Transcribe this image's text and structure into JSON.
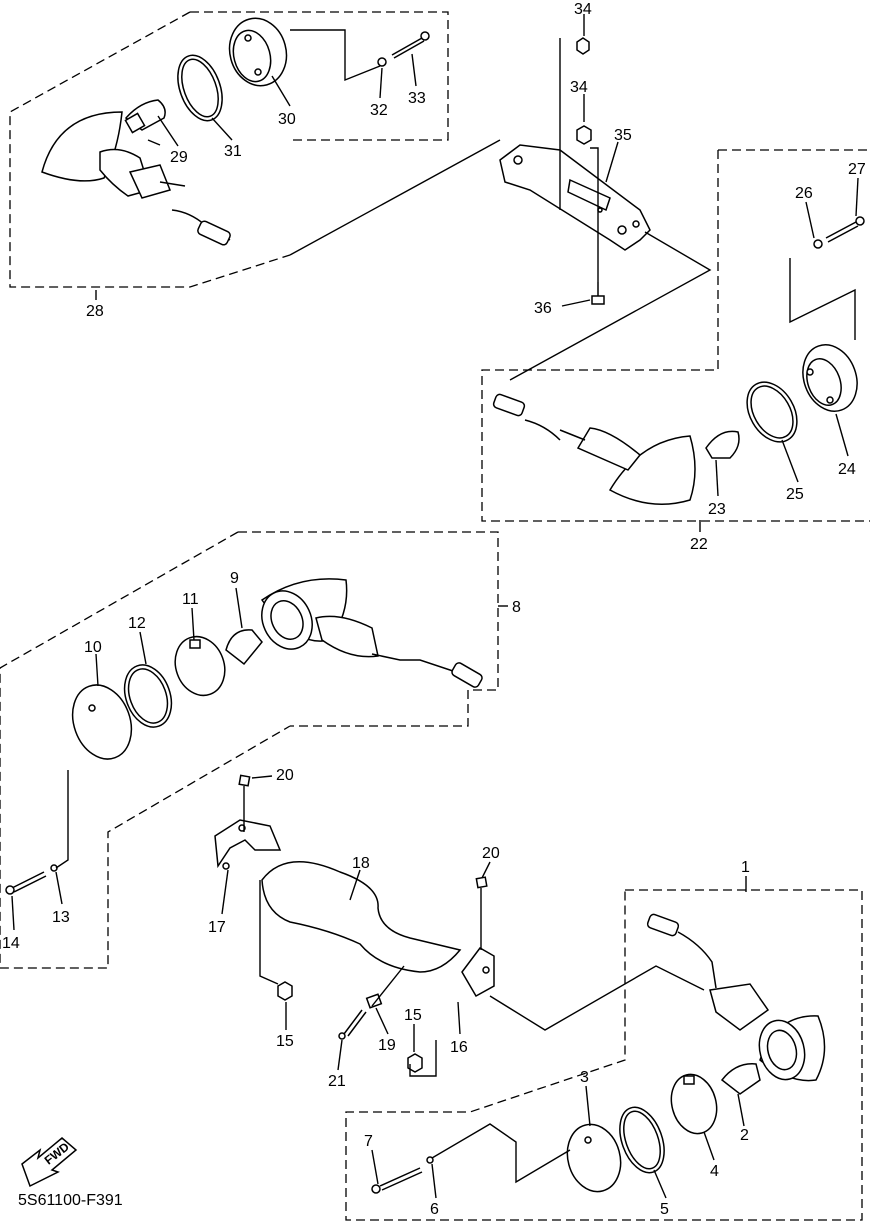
{
  "diagram_code": "5S61100-F391",
  "fwd_badge": "FWD",
  "callouts": {
    "c1": "1",
    "c2": "2",
    "c3": "3",
    "c4": "4",
    "c5": "5",
    "c6": "6",
    "c7": "7",
    "c8": "8",
    "c9": "9",
    "c10": "10",
    "c11": "11",
    "c12": "12",
    "c13": "13",
    "c14": "14",
    "c15a": "15",
    "c15b": "15",
    "c16": "16",
    "c17": "17",
    "c18": "18",
    "c19": "19",
    "c20a": "20",
    "c20b": "20",
    "c21": "21",
    "c22": "22",
    "c23": "23",
    "c24": "24",
    "c25": "25",
    "c26": "26",
    "c27": "27",
    "c28": "28",
    "c29": "29",
    "c30": "30",
    "c31": "31",
    "c32": "32",
    "c33": "33",
    "c34a": "34",
    "c34b": "34",
    "c35": "35",
    "c36": "36"
  }
}
